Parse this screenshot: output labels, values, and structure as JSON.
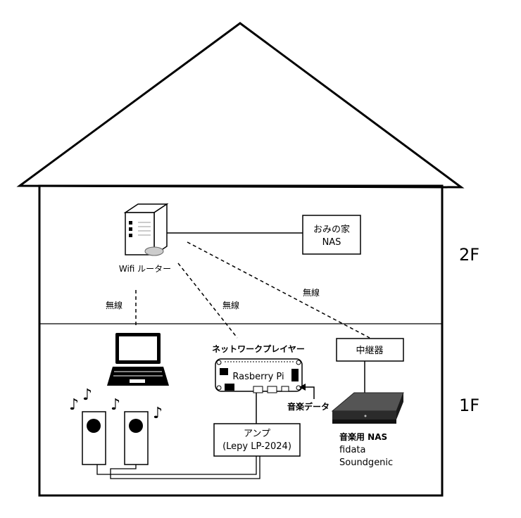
{
  "floors": {
    "upper": "2F",
    "lower": "1F"
  },
  "devices": {
    "router_label": "Wifi ルーター",
    "omi_nas_line1": "おみの家",
    "omi_nas_line2": "NAS",
    "repeater_label": "中継器",
    "player_title": "ネットワークプレイヤー",
    "player_board": "Rasberry Pi",
    "amp_line1": "アンプ",
    "amp_line2": "(Lepy LP-2024)",
    "music_nas_line1": "音楽用 NAS",
    "music_nas_line2": "fidata",
    "music_nas_line3": "Soundgenic"
  },
  "connections": {
    "wireless_laptop": "無線",
    "wireless_player": "無線",
    "wireless_repeater": "無線",
    "music_data": "音楽データ"
  },
  "notes_glyph": "♪",
  "colors": {
    "line": "#000000",
    "device_fill": "#ffffff",
    "nas_dark": "#2b2b2b"
  }
}
